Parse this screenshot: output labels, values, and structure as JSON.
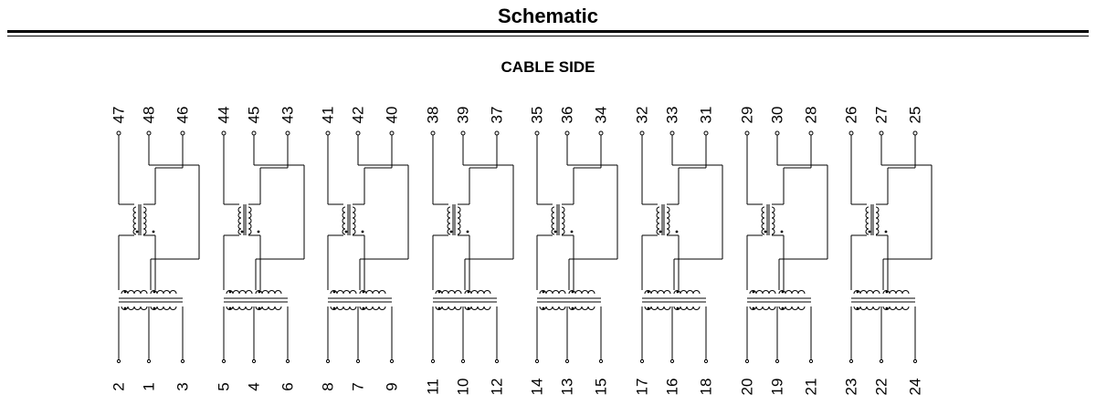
{
  "title": "Schematic",
  "subtitle": "CABLE SIDE",
  "channels": [
    {
      "top": [
        "47",
        "48",
        "46"
      ],
      "bottom": [
        "2",
        "1",
        "3"
      ]
    },
    {
      "top": [
        "44",
        "45",
        "43"
      ],
      "bottom": [
        "5",
        "4",
        "6"
      ]
    },
    {
      "top": [
        "41",
        "42",
        "40"
      ],
      "bottom": [
        "8",
        "7",
        "9"
      ]
    },
    {
      "top": [
        "38",
        "39",
        "37"
      ],
      "bottom": [
        "11",
        "10",
        "12"
      ]
    },
    {
      "top": [
        "35",
        "36",
        "34"
      ],
      "bottom": [
        "14",
        "13",
        "15"
      ]
    },
    {
      "top": [
        "32",
        "33",
        "31"
      ],
      "bottom": [
        "17",
        "16",
        "18"
      ]
    },
    {
      "top": [
        "29",
        "30",
        "28"
      ],
      "bottom": [
        "20",
        "19",
        "21"
      ]
    },
    {
      "top": [
        "26",
        "27",
        "25"
      ],
      "bottom": [
        "23",
        "22",
        "24"
      ]
    }
  ]
}
